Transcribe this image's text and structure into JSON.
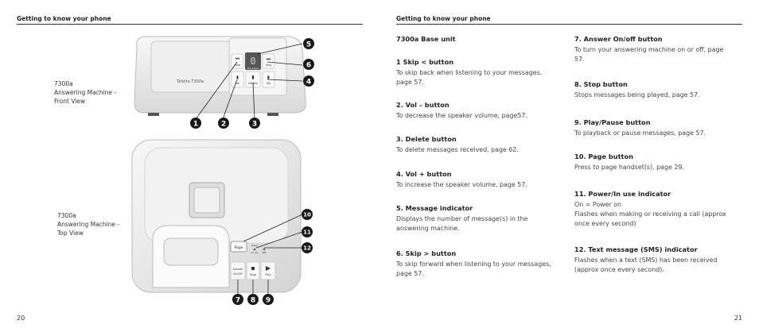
{
  "left_page": {
    "header": "Getting to know your phone",
    "page_number": "20",
    "front_caption": "7300a\nAnswering Machine -\nFront View",
    "top_caption": "7300a\nAnswering Machine -\nTop View",
    "front_device": {
      "brand": "Telstra 7300a",
      "display_digit": "0",
      "display_label": "Messages",
      "skip_back_label": "Skip",
      "skip_fwd_label": "Skip",
      "vol_down_label": "Vol",
      "delete_label": "Delete",
      "vol_up_label": "Vol"
    },
    "top_device": {
      "page_label": "Page",
      "power_label": "Power\n/In use",
      "sms_label": "SMS",
      "answer_label": "Answer\nOn/Off",
      "stop_label": "Stop",
      "play_label": "Play"
    },
    "callouts": [
      "1",
      "2",
      "3",
      "4",
      "5",
      "6",
      "7",
      "8",
      "9",
      "10",
      "11",
      "12"
    ]
  },
  "right_page": {
    "header": "Getting to know your phone",
    "page_number": "21",
    "base_title": "7300a Base unit",
    "items_left": [
      {
        "title": "1 Skip < button",
        "desc": "To skip back when listening to your messages,\npage 57."
      },
      {
        "title": "2. Vol – button",
        "desc": "To decrease the speaker volume, page57."
      },
      {
        "title": "3. Delete button",
        "desc": "To delete messages received, page 62."
      },
      {
        "title": "4. Vol + button",
        "desc": "To increase the speaker volume, page 57."
      },
      {
        "title": "5. Message indicator",
        "desc": "Displays the number of message(s) in the\nanswering machine."
      },
      {
        "title": "6. Skip > button",
        "desc": "To skip forward when listening to your messages,\npage 57."
      }
    ],
    "items_right": [
      {
        "title": "7. Answer On/off button",
        "desc": "To turn your answering machine on or off, page\n57."
      },
      {
        "title": "8. Stop button",
        "desc": "Stops messages being played, page 57."
      },
      {
        "title": "9. Play/Pause button",
        "desc": "To playback or pause messages, page 57."
      },
      {
        "title": "10. Page button",
        "desc": "Press to page handset(s), page 29."
      },
      {
        "title": "11. Power/In use indicator",
        "desc": "On = Power on\nFlashes when making or receiving a call (approx\nonce every second)"
      },
      {
        "title": "12. Text message (SMS) indicator",
        "desc": "Flashes when a text (SMS) has been received\n(approx once every second)."
      }
    ]
  }
}
